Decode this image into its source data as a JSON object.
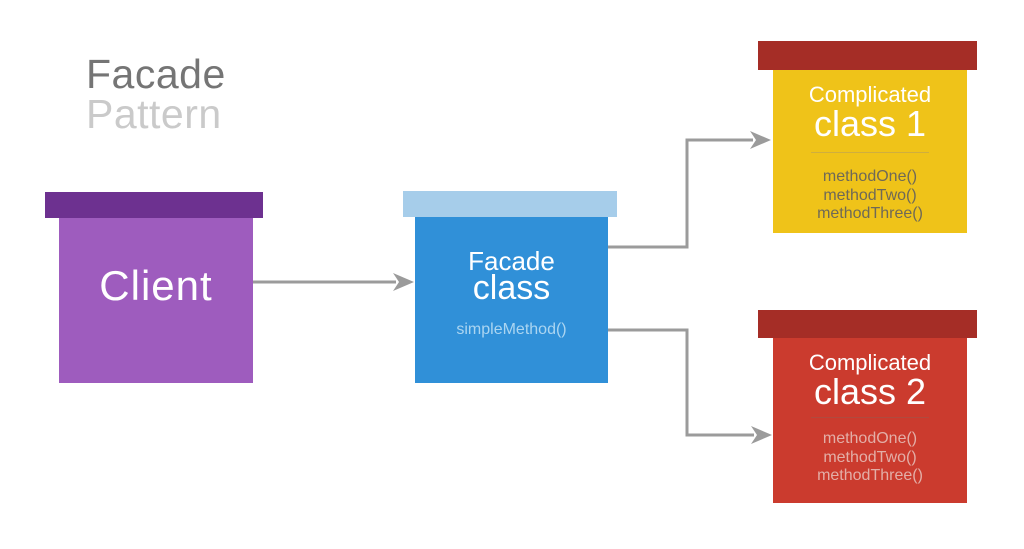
{
  "title": {
    "primary": "Facade",
    "secondary": "Pattern"
  },
  "nodes": {
    "client": {
      "label": "Client"
    },
    "facade": {
      "name_line1": "Facade",
      "name_line2": "class",
      "method": "simpleMethod()"
    },
    "complicated1": {
      "name_line1": "Complicated",
      "name_line2": "class 1",
      "methods": [
        "methodOne()",
        "methodTwo()",
        "methodThree()"
      ]
    },
    "complicated2": {
      "name_line1": "Complicated",
      "name_line2": "class 2",
      "methods": [
        "methodOne()",
        "methodTwo()",
        "methodThree()"
      ]
    }
  },
  "connections": [
    {
      "from": "client",
      "to": "facade"
    },
    {
      "from": "facade",
      "to": "complicated1"
    },
    {
      "from": "facade",
      "to": "complicated2"
    }
  ],
  "colors": {
    "background": "#ffffff",
    "title_primary": "#757575",
    "title_secondary": "#cacaca",
    "client_cap": "#6d3190",
    "client_body": "#9e5cbe",
    "facade_cap": "#a6cdea",
    "facade_body": "#3090d8",
    "facade_method_text": "#abd5f1",
    "complicated1_cap": "#a52d26",
    "complicated1_body": "#efc319",
    "complicated1_divider": "#cfae3e",
    "complicated1_method_text": "#6f6957",
    "complicated2_cap": "#a52d26",
    "complicated2_body": "#cb3b2e",
    "complicated2_divider": "#b04a3e",
    "complicated2_method_text": "#e3aea7",
    "arrow": "#9b9b9b",
    "node_text": "#ffffff"
  }
}
